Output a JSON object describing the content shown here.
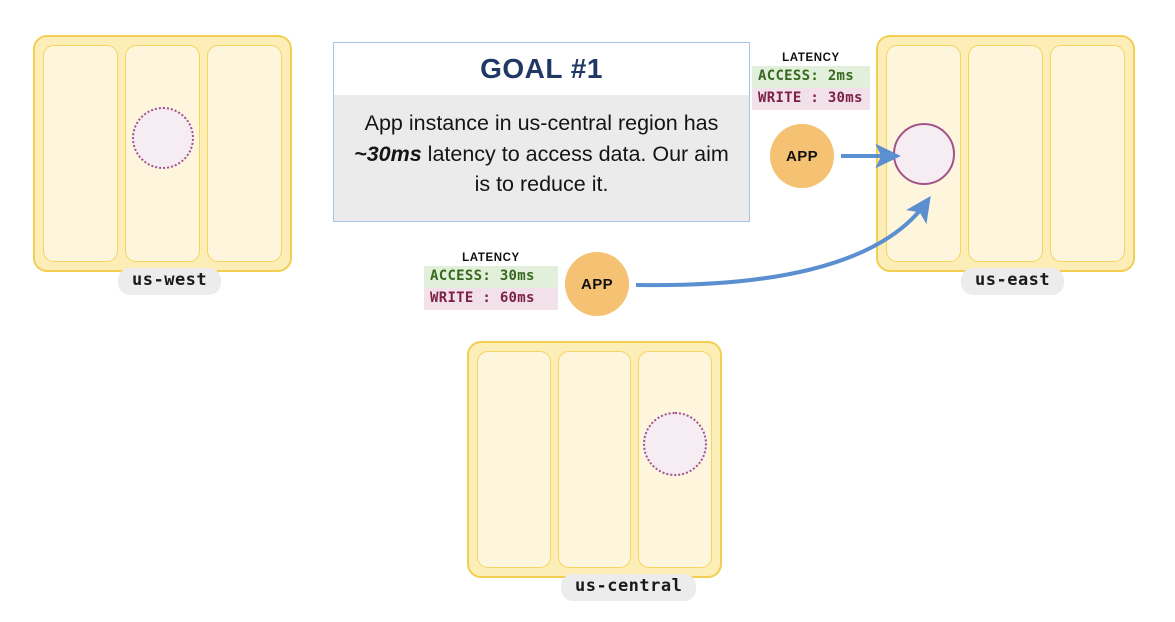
{
  "goal": {
    "title": "GOAL  #1",
    "text_before": "App instance in us-central region has ",
    "text_emphasis": "~30ms",
    "text_after": " latency to access data. Our aim is to reduce it."
  },
  "regions": [
    {
      "id": "us-west",
      "label": "us-west",
      "zones": 3,
      "replica": {
        "zone_index": 1,
        "style": "dotted"
      }
    },
    {
      "id": "us-east",
      "label": "us-east",
      "zones": 3,
      "replica": {
        "zone_index": 0,
        "style": "solid"
      }
    },
    {
      "id": "us-central",
      "label": "us-central",
      "zones": 3,
      "replica": {
        "zone_index": 2,
        "style": "dotted"
      }
    }
  ],
  "app_nodes": [
    {
      "id": "app-us-east",
      "label": "APP"
    },
    {
      "id": "app-us-central",
      "label": "APP"
    }
  ],
  "latency_panels": [
    {
      "id": "latency-us-east",
      "title": "LATENCY",
      "access_label": "ACCESS:",
      "access_value": "2ms",
      "write_label": "WRITE :",
      "write_value": "30ms",
      "access_row": "ACCESS: 2ms",
      "write_row": "WRITE : 30ms"
    },
    {
      "id": "latency-us-central",
      "title": "LATENCY",
      "access_label": "ACCESS:",
      "access_value": "30ms",
      "write_label": "WRITE :",
      "write_value": "60ms",
      "access_row": "ACCESS: 30ms",
      "write_row": "WRITE : 60ms"
    }
  ],
  "colors": {
    "region_fill": "#fdeeb8",
    "region_border": "#f2cf52",
    "zone_fill": "#fdf6dd",
    "zone_border": "#f3d55f",
    "replica_fill": "#f6edf2",
    "replica_border": "#a3538a",
    "app_fill": "#f5c172",
    "arrow": "#5b8fd0",
    "goal_title": "#1f3864",
    "goal_body_bg": "#ebebeb",
    "goal_border": "#a9c4e4",
    "latency_access_bg": "#e2efda",
    "latency_access_fg": "#37691f",
    "latency_write_bg": "#f3e1e9",
    "latency_write_fg": "#7b2145",
    "label_pill_bg": "#ececec"
  }
}
